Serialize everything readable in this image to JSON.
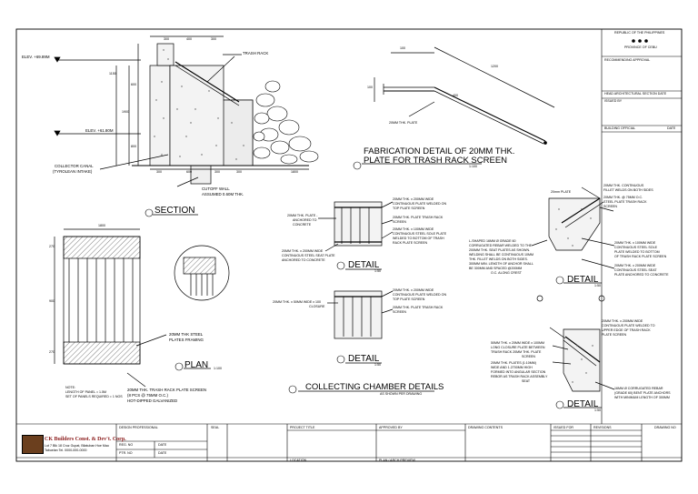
{
  "elevations": {
    "top": "ELEV. +69.89M",
    "bottom": "ELEV. +61.80M"
  },
  "section": {
    "trash_rack": "TRASH RACK",
    "collector_canal": [
      "COLLECTOR CANAL",
      "(TYROLEAN INTAKE)"
    ],
    "cutoff_wall": [
      "CUTOFF WALL",
      "ASSUMED 0.60M THK."
    ],
    "title": "SECTION",
    "dims_top": [
      "300",
      "400",
      "300"
    ],
    "dims_bottom": [
      "300",
      "600",
      "300",
      "300",
      "1800"
    ],
    "dims_left": [
      "1150",
      "1900",
      "600",
      "800"
    ]
  },
  "fabrication": {
    "title": [
      "FABRICATION DETAIL OF 20MM THK.",
      "PLATE FOR TRASH RACK SCREEN"
    ],
    "scale": "1:100",
    "plate_label": "20MM THK. PLATE",
    "dims": [
      "100",
      "100",
      "400",
      "1200"
    ]
  },
  "plan": {
    "title": "PLAN",
    "scale": "1:100",
    "width_dim": "1800",
    "height_dims": [
      "270",
      "900",
      "270"
    ],
    "framing": [
      "20MM THK STEEL",
      "PLATES FRAMING"
    ],
    "screen": [
      "20MM THK. TRASH RACK PLATE SCREEN",
      "(8 PCS @ 75MM O.C.)",
      "HOT-DIPPED GALVANIZED"
    ],
    "note": [
      "NOTE:",
      "LENGTH OF PANEL = 1.5M",
      "SET OF PANELS REQUIRED = 1 NOS"
    ]
  },
  "detail1": {
    "title": "DETAIL",
    "scale": "1:50",
    "left_labels": [
      "20MM THK. PLATE -",
      "ANCHORED TO",
      "CONCRETE"
    ],
    "right_labels": [
      "20MM THK. x 200MM WIDE",
      "CONTINUOUS PLATE WELDED ON",
      "TOP PLATE SCREEN",
      "20MM THK. PLATE TRASH RACK",
      "SCREEN",
      "20MM THK. x 100MM WIDE",
      "CONTINUOUS STEEL SOLE PLATE",
      "WELDED TO BOTTOM OF TRASH",
      "RACK PLATE SCREEN"
    ],
    "bottom_labels": [
      "20MM THK. x 200MM WIDE",
      "CONTINUOUS STEEL SEAT PLATE",
      "ANCHORED TO CONCRETE"
    ]
  },
  "detail2": {
    "title": "DETAIL",
    "scale": "1:50",
    "left_labels": [
      "20MM THK. x 50MM WIDE x 100",
      "CLOSURE"
    ],
    "right_labels": [
      "20MM THK. x 200MM WIDE",
      "CONTINUOUS PLATE WELDED ON",
      "TOP PLATE SCREEN",
      "20MM THK. PLATE TRASH RACK",
      "SCREEN"
    ]
  },
  "collecting": {
    "title": "COLLECTING CHAMBER DETAILS",
    "scale": "AS SHOWN PER DRAWING"
  },
  "detail3": {
    "title": "DETAIL",
    "scale": "1:50",
    "top_label": "20mm PLATE",
    "right_labels": [
      "20MM THK. CONTINUOUS",
      "FILLET WELDS ON BOTH SIDES",
      "20MM THK. @ 75MM O.C.",
      "STEEL PLATE TRASH RACK",
      "SCREEN",
      "20MM THK. x 100MM WIDE",
      "CONTINUOUS STEEL SOLE",
      "PLATE WELDED TO BOTTOM",
      "OF TRASH RACK PLATE SCREEN",
      "20MM THK. x 200MM WIDE",
      "CONTINUOUS STEEL SEAT",
      "PLATE ANCHORED TO CONCRETE"
    ],
    "left_labels": [
      "L-SHAPED 16MM Ø GRADE 60",
      "CORRUGATED REBAR WELDED TO THE",
      "200MM THK. SEAT PLATES AS SHOWN.",
      "WELDING SHALL BE CONTINUOUS 10MM",
      "THK. FILLET WELDS ON BOTH SIDES.",
      "300MM MIN. LENGTH OF ANCHOR SHALL",
      "BE 300MM AND SPACED @200MM",
      "O.C. ALONG CREST"
    ]
  },
  "detail4": {
    "title": "DETAIL",
    "scale": "1:50",
    "right_labels": [
      "20MM THK. x 200MM WIDE",
      "CONTINUOUS PLATE WELDED TO",
      "UPPER EDGE OF TRASH RACK",
      "PLATE SCREEN"
    ],
    "left_labels": [
      "50MM THK. x 20MM WIDE x 100MM",
      "LONG CLOSURE PLATE BETWEEN",
      "TRASH RACK 20MM THK. PLATE",
      "SCREEN",
      "20MM THK. PLATES (1:10MM)",
      "WIDE AND 1.2700MM HIGH",
      "FORMED INTO ANGULAR SECTION",
      "REBOR AS TRASH RACK ASSEMBLY",
      "SEAT"
    ],
    "bottom_labels": [
      "16MM Ø CORRUGATED REBAR",
      "(GRADE 60) BENT PLATE ANCHORS",
      "WITH MINIMUM LENGTH OF 300MM"
    ]
  },
  "title_block": {
    "republic": "REPUBLIC OF THE PHILIPPINES",
    "province": "PROVINCE OF CEBU",
    "recommending": "RECOMMENDING APPROVAL",
    "head": "HEAD ARCHITECTURAL SECTION DATE",
    "building_official": "BUILDING OFFICIAL",
    "date": "DATE",
    "issued": "ISSUED BY"
  },
  "bottom_strip": {
    "company": "CK Builders Const. & Dev't. Corp.",
    "company_addr": [
      "Lot 7 Blk 18 Cruz Gupat, Bilatuban Hoe Mao",
      "Tabuelan Tel. 0000-000-0000"
    ],
    "design_prof": "DESIGN PROFESSIONAL",
    "reg_no": "REG. NO",
    "ptr_no": "PTR. NO",
    "date": "DATE",
    "seal": "SEAL",
    "project_title": "PROJECT TITLE",
    "approved_by": "APPROVED BY",
    "drawing_contents": "DRAWING CONTENTS",
    "issued_for": "ISSUED FOR",
    "revisions": "REVISIONS",
    "drawing_no": "DRAWING NO",
    "owner_label": "PLAN / ARCH PREVIEW",
    "location": "LOCATION"
  }
}
